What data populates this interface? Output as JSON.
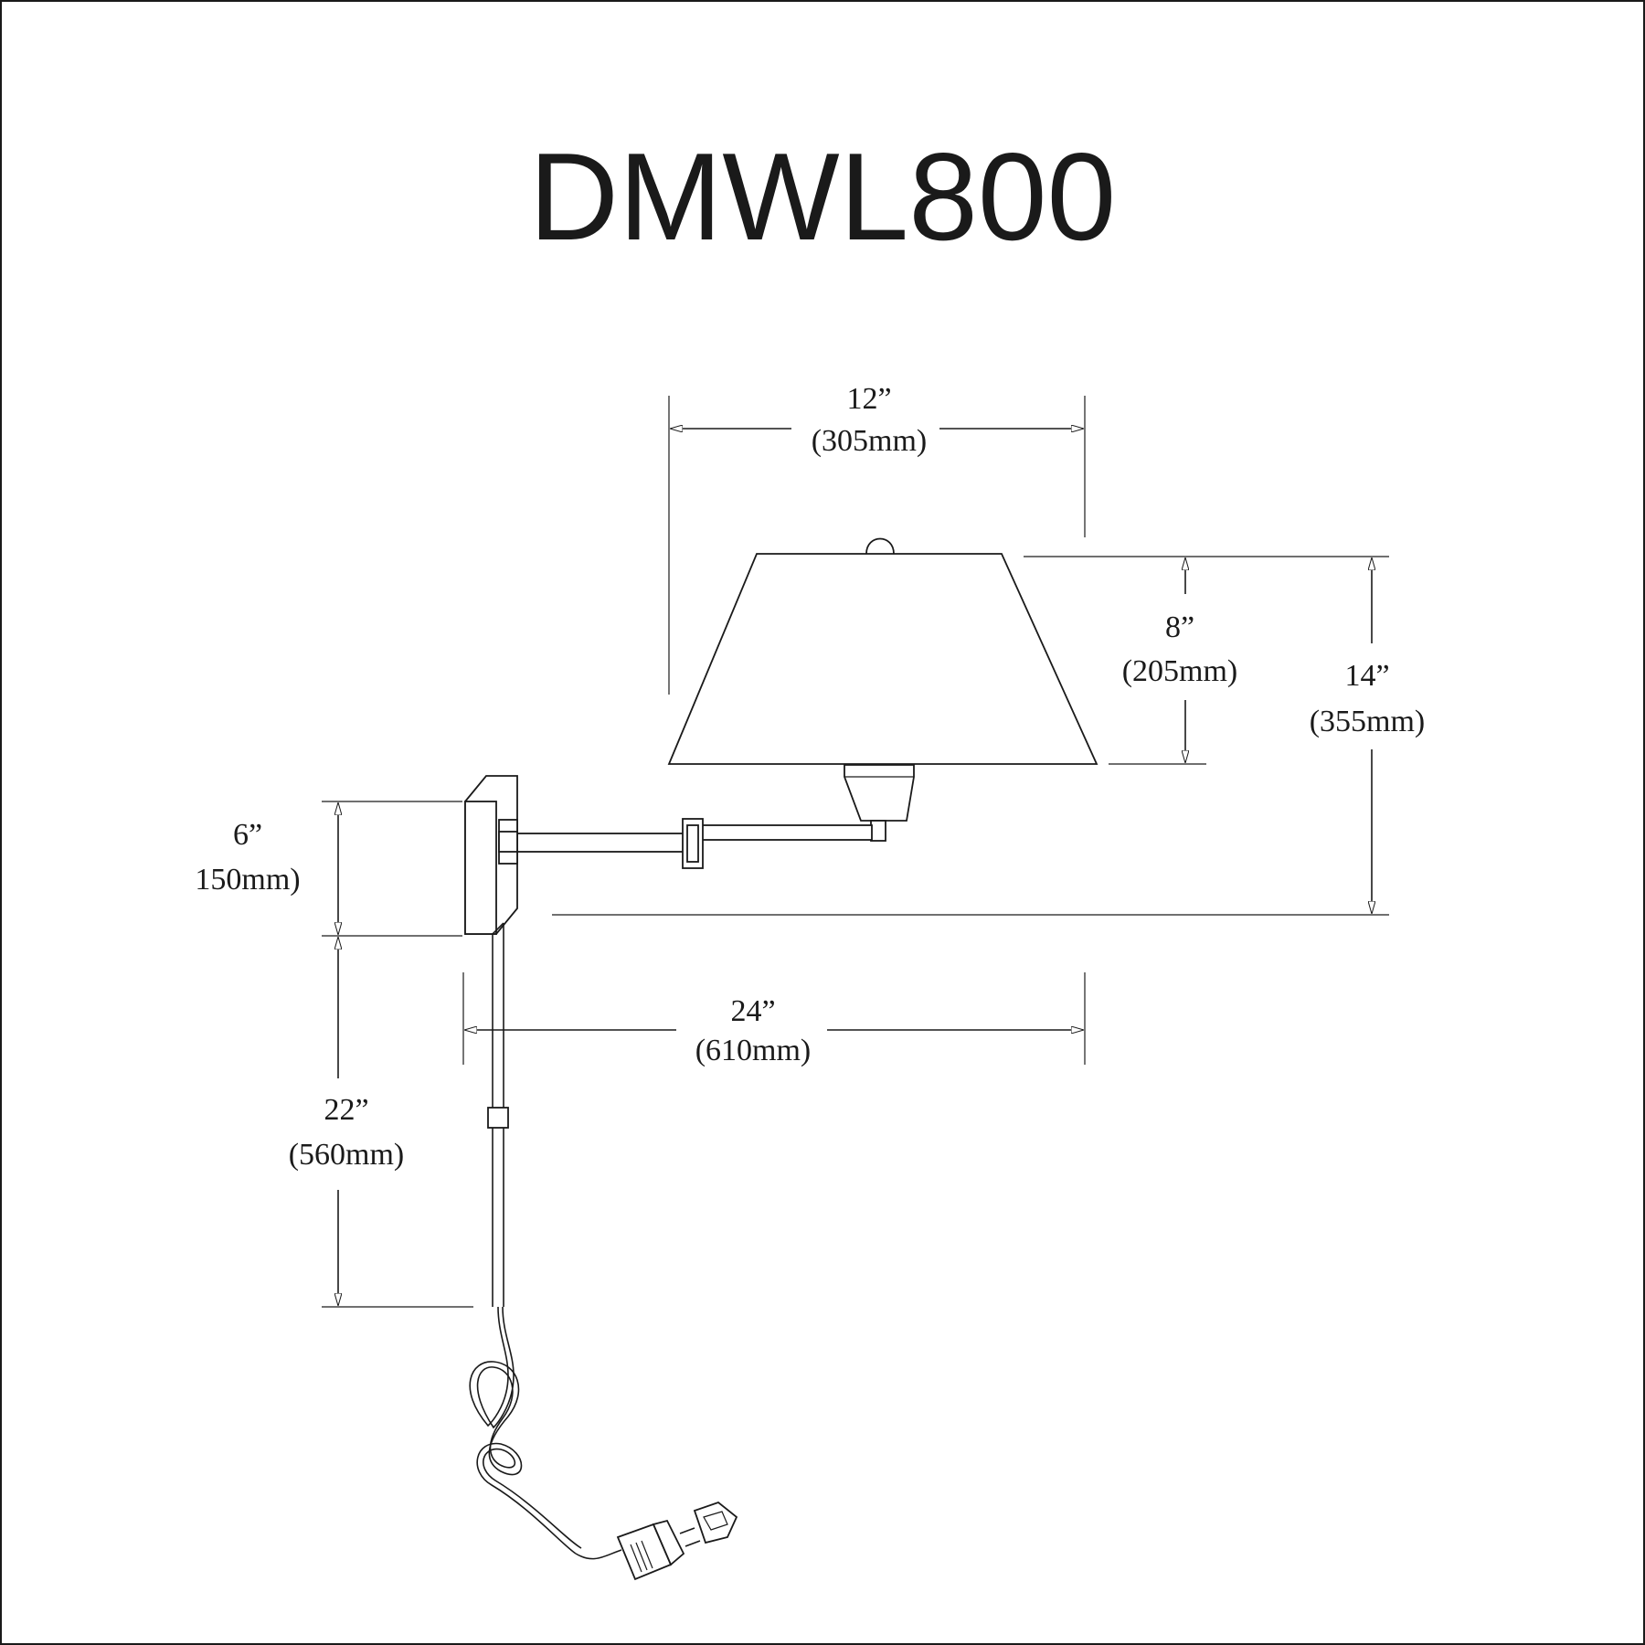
{
  "title": "DMWL800",
  "dimensions": {
    "shade_width": {
      "inch": "12”",
      "mm": "(305mm)"
    },
    "shade_height": {
      "inch": "8”",
      "mm": "(205mm)"
    },
    "overall_height": {
      "inch": "14”",
      "mm": "(355mm)"
    },
    "backplate_height": {
      "inch": "6”",
      "mm": "150mm)"
    },
    "cord_length": {
      "inch": "22”",
      "mm": "(560mm)"
    },
    "arm_extension": {
      "inch": "24”",
      "mm": "(610mm)"
    }
  }
}
